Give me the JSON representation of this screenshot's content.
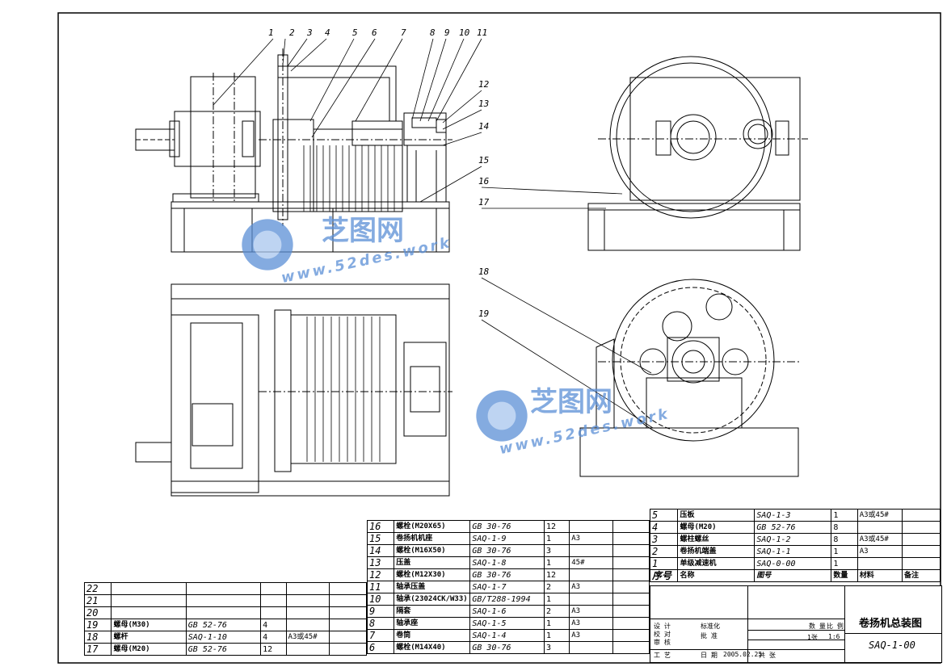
{
  "balloons": [
    "1",
    "2",
    "3",
    "4",
    "5",
    "6",
    "7",
    "8",
    "9",
    "10",
    "11",
    "12",
    "13",
    "14",
    "15",
    "16",
    "17",
    "18",
    "19"
  ],
  "watermark": {
    "brand": "芝图网",
    "url": "www.52des.work"
  },
  "bom_left": [
    {
      "no": "22",
      "name": "",
      "code": "",
      "qty": "",
      "mat": ""
    },
    {
      "no": "21",
      "name": "",
      "code": "",
      "qty": "",
      "mat": ""
    },
    {
      "no": "20",
      "name": "",
      "code": "",
      "qty": "",
      "mat": ""
    },
    {
      "no": "19",
      "name": "螺母(M30)",
      "code": "GB 52-76",
      "qty": "4",
      "mat": ""
    },
    {
      "no": "18",
      "name": "螺杆",
      "code": "SAQ-1-10",
      "qty": "4",
      "mat": "A3或45#"
    },
    {
      "no": "17",
      "name": "螺母(M20)",
      "code": "GB 52-76",
      "qty": "12",
      "mat": ""
    }
  ],
  "bom_mid": [
    {
      "no": "16",
      "name": "螺栓(M20X65)",
      "code": "GB 30-76",
      "qty": "12",
      "mat": ""
    },
    {
      "no": "15",
      "name": "卷扬机机座",
      "code": "SAQ-1-9",
      "qty": "1",
      "mat": "A3"
    },
    {
      "no": "14",
      "name": "螺栓(M16X50)",
      "code": "GB 30-76",
      "qty": "3",
      "mat": ""
    },
    {
      "no": "13",
      "name": "压盖",
      "code": "SAQ-1-8",
      "qty": "1",
      "mat": "45#"
    },
    {
      "no": "12",
      "name": "螺栓(M12X30)",
      "code": "GB 30-76",
      "qty": "12",
      "mat": ""
    },
    {
      "no": "11",
      "name": "轴承压盖",
      "code": "SAQ-1-7",
      "qty": "2",
      "mat": "A3"
    },
    {
      "no": "10",
      "name": "轴承(23024CK/W33)",
      "code": "GB/T288-1994",
      "qty": "1",
      "mat": ""
    },
    {
      "no": "9",
      "name": "隔套",
      "code": "SAQ-1-6",
      "qty": "2",
      "mat": "A3"
    },
    {
      "no": "8",
      "name": "轴承座",
      "code": "SAQ-1-5",
      "qty": "1",
      "mat": "A3"
    },
    {
      "no": "7",
      "name": "卷筒",
      "code": "SAQ-1-4",
      "qty": "1",
      "mat": "A3"
    },
    {
      "no": "6",
      "name": "螺栓(M14X40)",
      "code": "GB 30-76",
      "qty": "3",
      "mat": ""
    }
  ],
  "bom_right": [
    {
      "no": "5",
      "name": "压板",
      "code": "SAQ-1-3",
      "qty": "1",
      "mat": "A3或45#"
    },
    {
      "no": "4",
      "name": "螺母(M20)",
      "code": "GB 52-76",
      "qty": "8",
      "mat": ""
    },
    {
      "no": "3",
      "name": "螺柱螺丝",
      "code": "SAQ-1-2",
      "qty": "8",
      "mat": "A3或45#"
    },
    {
      "no": "2",
      "name": "卷扬机端盖",
      "code": "SAQ-1-1",
      "qty": "1",
      "mat": "A3"
    },
    {
      "no": "1",
      "name": "单级减速机",
      "code": "SAQ-0-00",
      "qty": "1",
      "mat": ""
    }
  ],
  "bom_header": {
    "no": "序号",
    "name": "名称",
    "code": "图号",
    "qty": "数量",
    "mat": "材料",
    "rem": "备注"
  },
  "title_block": {
    "drawing_title": "卷扬机总装图",
    "drawing_code": "SAQ-1-00",
    "scale": "1:6",
    "sheets": "1张",
    "qty_label": "数 量",
    "scale_label": "比 例",
    "date": "2005.02.25",
    "rows": [
      "设 计",
      "校 对",
      "审 核",
      "工 艺"
    ],
    "mid_labels": [
      "标准化",
      "批 准"
    ],
    "bottom": [
      "日 期",
      "共 张"
    ]
  },
  "colors": {
    "line": "#000000",
    "watermark": "#5b8fd6",
    "watermark_light": "#a9c6ee"
  }
}
